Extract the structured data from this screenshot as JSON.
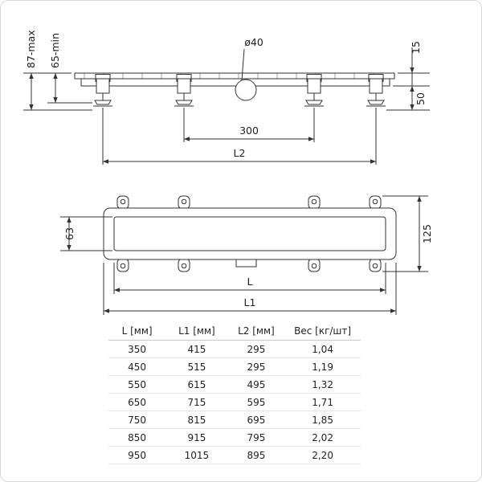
{
  "drawing": {
    "labels": {
      "height_max": "87-max",
      "height_min": "65-min",
      "drain_diameter": "ø40",
      "edge_height": "15",
      "channel_height": "50",
      "drain_spacing": "300",
      "feet_span": "L2",
      "channel_width": "63",
      "flange_width": "125",
      "grate_length": "L",
      "overall_length": "L1"
    }
  },
  "table": {
    "headers": [
      "L [мм]",
      "L1 [мм]",
      "L2 [мм]",
      "Вес [кг/шт]"
    ],
    "rows": [
      [
        "350",
        "415",
        "295",
        "1,04"
      ],
      [
        "450",
        "515",
        "295",
        "1,19"
      ],
      [
        "550",
        "615",
        "495",
        "1,32"
      ],
      [
        "650",
        "715",
        "595",
        "1,71"
      ],
      [
        "750",
        "815",
        "695",
        "1,85"
      ],
      [
        "850",
        "915",
        "795",
        "2,02"
      ],
      [
        "950",
        "1015",
        "895",
        "2,20"
      ]
    ]
  },
  "colors": {
    "line": "#333333",
    "table_rule": "#e6e6e6",
    "frame_border": "#d9d9d9"
  }
}
